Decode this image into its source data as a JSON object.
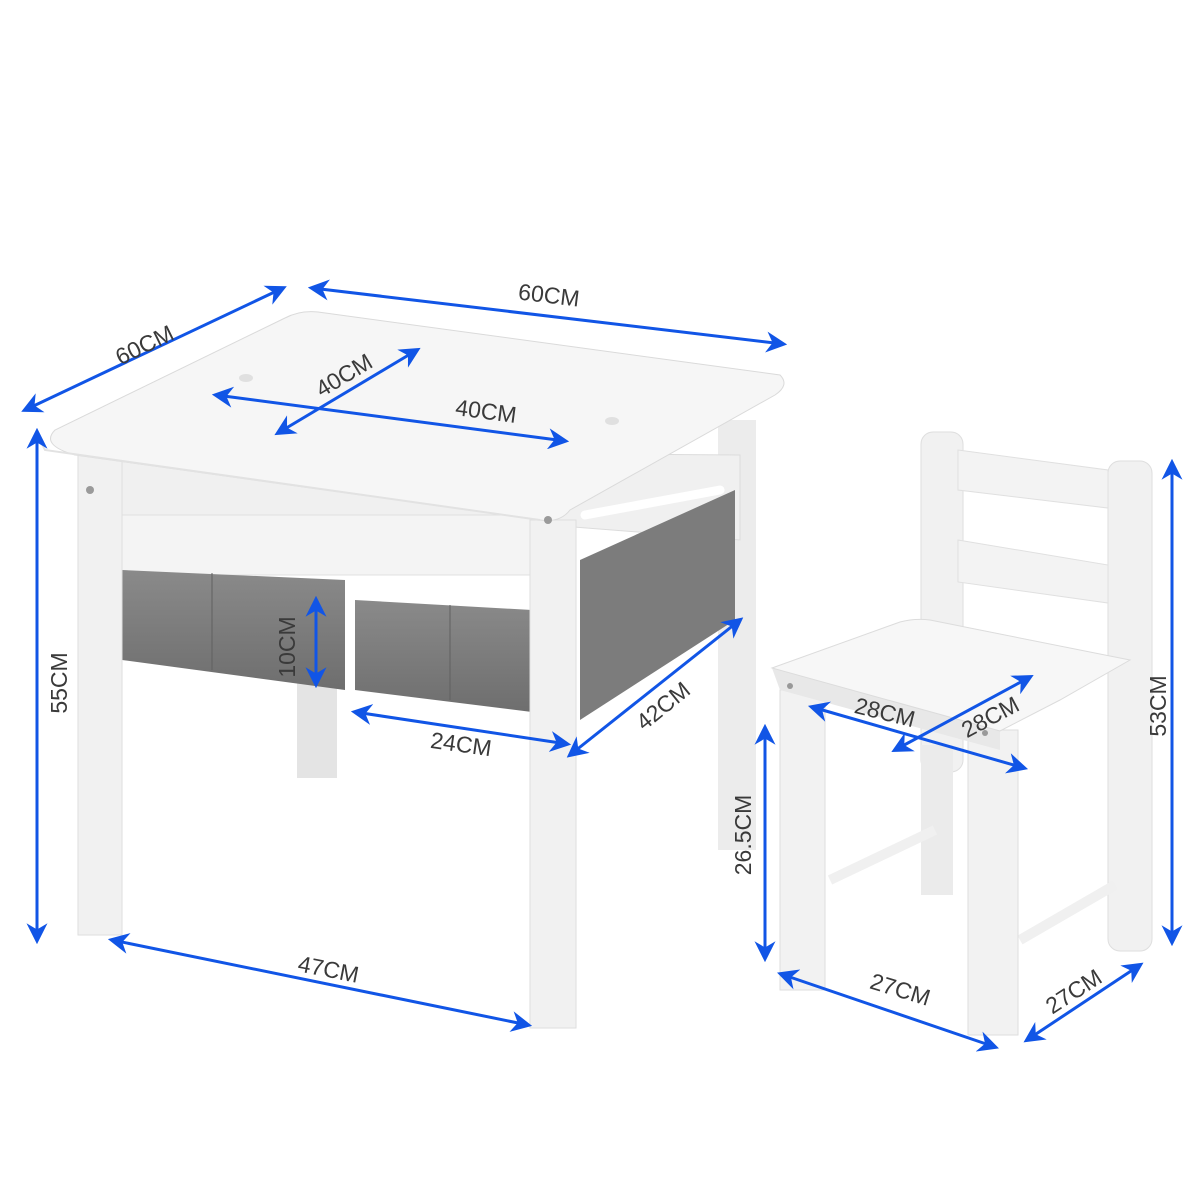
{
  "diagram": {
    "subject": "Kids table and chair set dimensions",
    "accent_color": "#1155e6",
    "furniture_color": "#f2f2f2",
    "bin_color": "#7a7a7a"
  },
  "table": {
    "top_depth": "60CM",
    "top_width": "60CM",
    "lid_depth": "40CM",
    "lid_width": "40CM",
    "height": "55CM",
    "bin_height": "10CM",
    "bin_width": "24CM",
    "bin_depth": "42CM",
    "leg_span": "47CM"
  },
  "chair": {
    "seat_width": "28CM",
    "seat_depth": "28CM",
    "seat_height": "26.5CM",
    "total_height": "53CM",
    "base_width": "27CM",
    "base_depth": "27CM"
  }
}
